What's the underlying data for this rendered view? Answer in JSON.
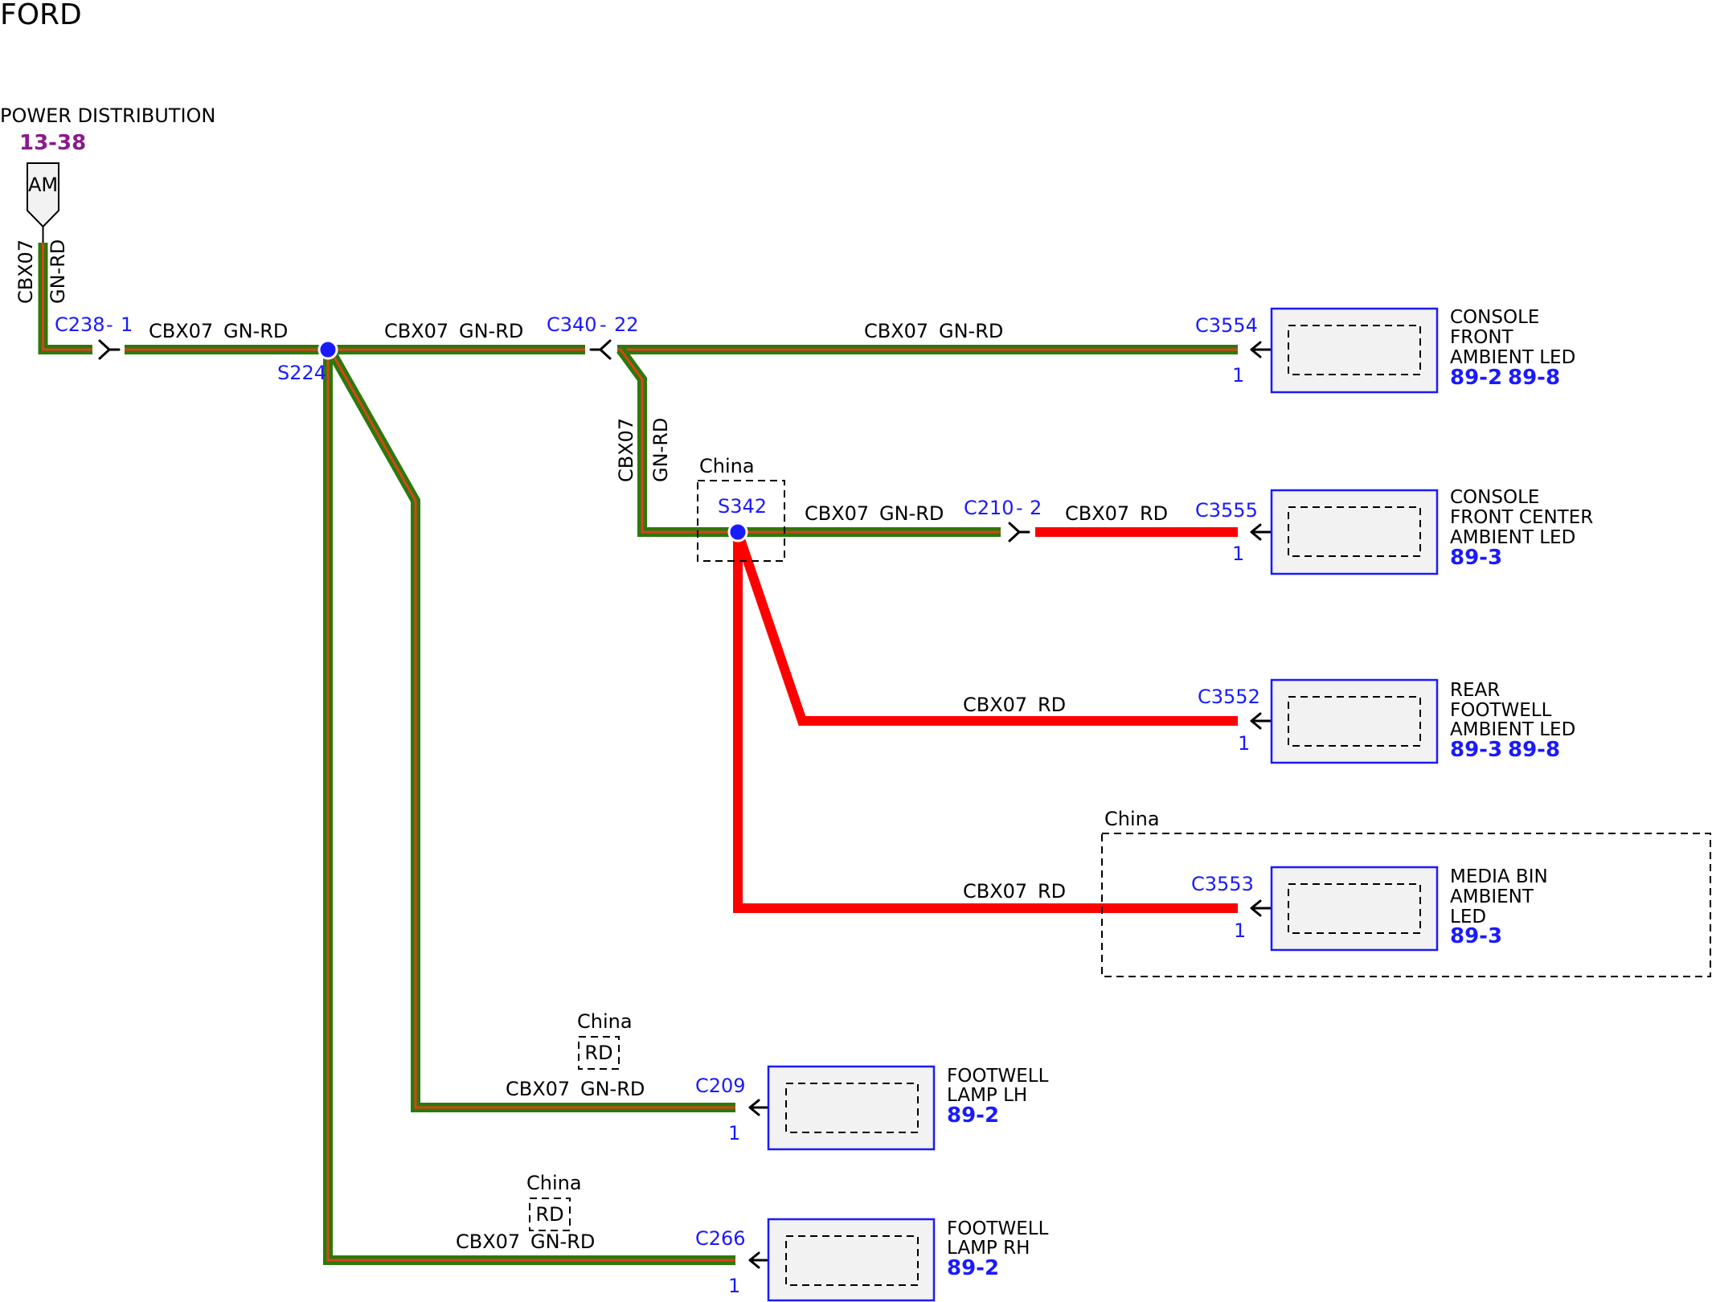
{
  "header": {
    "title": "FORD"
  },
  "power_source": {
    "label": "POWER DISTRIBUTION",
    "ref": "13-38",
    "terminal": "AM",
    "wire_code": "CBX07",
    "wire_color": "GN-RD"
  },
  "wire_colors": {
    "GN-RD": "#2b7a0b",
    "GN-RD_stripe": "#d9431c",
    "RD": "#ff0000"
  },
  "connectors": {
    "c238": {
      "id": "C238",
      "pin": "1"
    },
    "c340": {
      "id": "C340",
      "pin": "22"
    },
    "c210": {
      "id": "C210",
      "pin": "2"
    }
  },
  "splices": {
    "s224": {
      "id": "S224"
    },
    "s342": {
      "id": "S342",
      "option": "China"
    }
  },
  "wires": {
    "w1": {
      "code": "CBX07",
      "color": "GN-RD"
    },
    "w2": {
      "code": "CBX07",
      "color": "GN-RD"
    },
    "w3": {
      "code": "CBX07",
      "color": "GN-RD"
    },
    "w4": {
      "code": "CBX07",
      "color": "GN-RD"
    },
    "w5": {
      "code": "CBX07",
      "color": "GN-RD"
    },
    "w6": {
      "code": "CBX07",
      "color": "RD"
    },
    "w7": {
      "code": "CBX07",
      "color": "RD"
    },
    "w8": {
      "code": "CBX07",
      "color": "RD"
    },
    "w9": {
      "code": "CBX07",
      "color": "GN-RD"
    },
    "w10": {
      "code": "CBX07",
      "color": "GN-RD"
    }
  },
  "components": {
    "c3554": {
      "connector": "C3554",
      "pin": "1",
      "name_lines": [
        "CONSOLE",
        "FRONT",
        "AMBIENT LED"
      ],
      "refs": [
        "89-2",
        "89-8"
      ]
    },
    "c3555": {
      "connector": "C3555",
      "pin": "1",
      "name_lines": [
        "CONSOLE",
        "FRONT CENTER",
        "AMBIENT LED"
      ],
      "refs": [
        "89-3"
      ]
    },
    "c3552": {
      "connector": "C3552",
      "pin": "1",
      "name_lines": [
        "REAR",
        "FOOTWELL",
        "AMBIENT LED"
      ],
      "refs": [
        "89-3",
        "89-8"
      ]
    },
    "c3553": {
      "connector": "C3553",
      "pin": "1",
      "name_lines": [
        "MEDIA BIN",
        "AMBIENT",
        "LED"
      ],
      "refs": [
        "89-3"
      ],
      "option": "China"
    },
    "c209": {
      "connector": "C209",
      "pin": "1",
      "name_lines": [
        "FOOTWELL",
        "LAMP LH"
      ],
      "refs": [
        "89-2"
      ],
      "option": "China",
      "option_color": "RD"
    },
    "c266": {
      "connector": "C266",
      "pin": "1",
      "name_lines": [
        "FOOTWELL",
        "LAMP RH"
      ],
      "refs": [
        "89-2"
      ],
      "option": "China",
      "option_color": "RD"
    }
  }
}
